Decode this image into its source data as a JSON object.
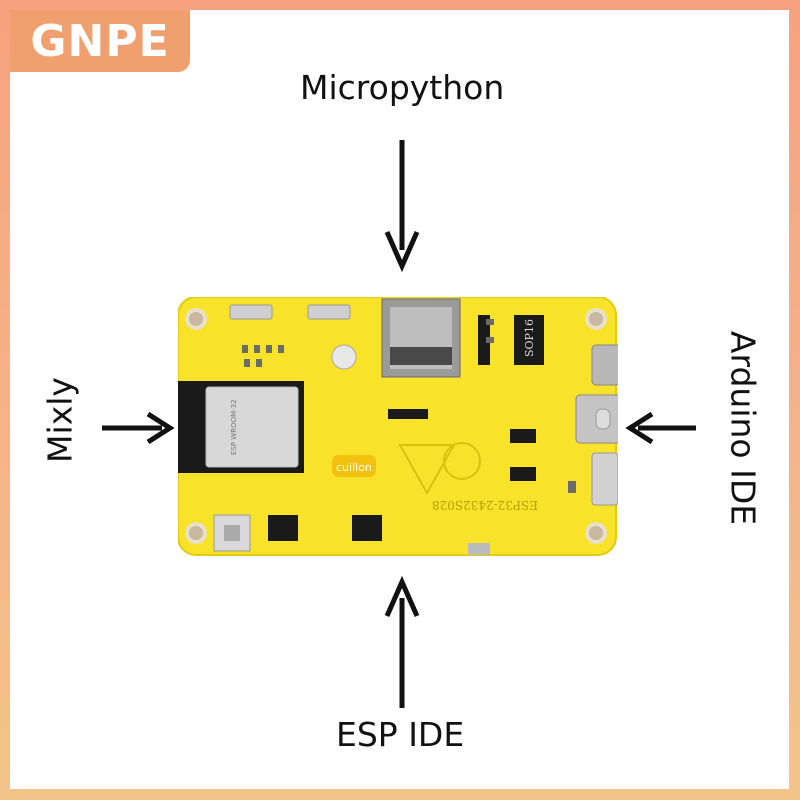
{
  "logo": {
    "text": "GNPE"
  },
  "labels": {
    "top": "Micropython",
    "left": "Mixly",
    "right": "Arduino IDE",
    "bottom": "ESP IDE"
  },
  "board": {
    "module_text": "ESP WROOM-32",
    "chip_text": "SOP16",
    "silkscreen": "ESP32-2432S028",
    "brand_mark": "cuillon"
  },
  "colors": {
    "board": "#f8e22a",
    "frame": "#f5b489",
    "logo_bg": "#f0a06f"
  }
}
